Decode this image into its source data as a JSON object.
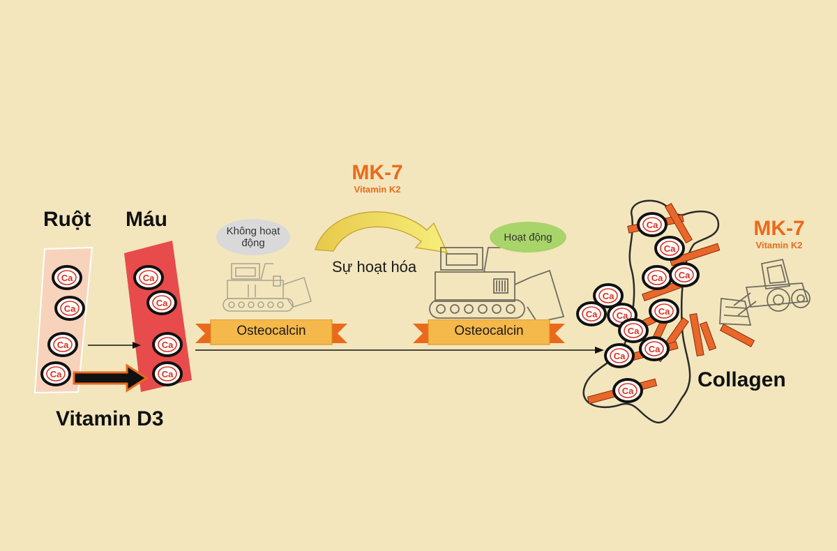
{
  "labels": {
    "gut": "Ruột",
    "blood": "Máu",
    "vitamin_d3": "Vitamin D3",
    "collagen": "Collagen",
    "activation": "Sự hoạt hóa"
  },
  "mk7_top": {
    "name": "MK-7",
    "sub": "Vitamin K2"
  },
  "mk7_right": {
    "name": "MK-7",
    "sub": "Vitamin K2"
  },
  "bubbles": {
    "inactive": "Không hoạt động",
    "active": "Hoạt động"
  },
  "ribbons": {
    "left": "Osteocalcin",
    "right": "Osteocalcin"
  },
  "calcium_label": "Ca",
  "colors": {
    "background": "#f3e6bd",
    "gut": "#f8d3bc",
    "blood": "#e84b4b",
    "accent_orange": "#ea6a1c",
    "ribbon": "#f5b84a",
    "arrow_yellow": "#f2dc5a",
    "bubble_inactive": "#d9d9d9",
    "bubble_active": "#a8d46a"
  }
}
